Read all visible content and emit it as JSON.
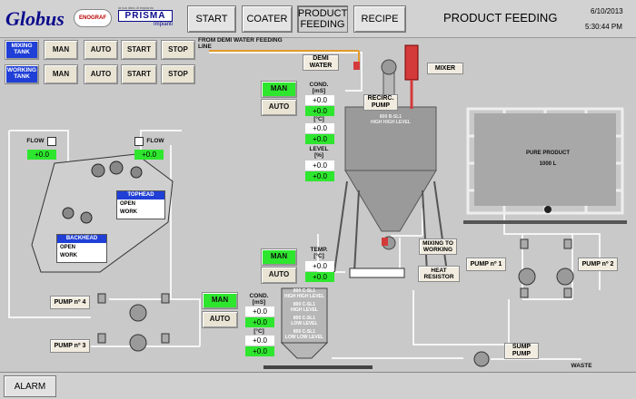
{
  "header": {
    "brand": "Globus",
    "logo2": "ENOGRAF",
    "logo3_top": "PRISMA",
    "logo3_bottom": "Impianti",
    "logo3_small": "la tua idea di impianto",
    "title": "PRODUCT FEEDING",
    "date": "6/10/2013",
    "time": "5:30:44 PM"
  },
  "nav": {
    "start": "START",
    "coater": "COATER",
    "product_feeding": "PRODUCT FEEDING",
    "recipe": "RECIPE"
  },
  "tank_controls": {
    "mixing_tank": "MIXING TANK",
    "working_tank": "WORKING TANK",
    "man": "MAN",
    "auto": "AUTO",
    "start": "START",
    "stop": "STOP"
  },
  "labels": {
    "demi_line": "FROM DEMI WATER FEEDING LINE",
    "demi_water": "DEMI WATER",
    "recirc_pump": "RECIRC. PUMP",
    "mixer": "MIXER",
    "tank_level": "800 B-SL1",
    "tank_level2": "HIGH HIGH LEVEL",
    "pure_product": "PURE PRODUCT",
    "pure_qty": "1000 L",
    "mixing_to_working": "MIXING TO WORKING",
    "heat_resistor": "HEAT RESISTOR",
    "pump1": "PUMP nº 1",
    "pump2": "PUMP nº 2",
    "pump3": "PUMP nº 3",
    "pump4": "PUMP nº 4",
    "sump_pump": "SUMP PUMP",
    "waste": "WASTE",
    "flow": "FLOW",
    "tophead": "TOPHEAD",
    "backhead": "BACKHEAD",
    "open": "OPEN",
    "work": "WORK"
  },
  "mix_panel": {
    "man": "MAN",
    "auto": "AUTO",
    "cond_label": "COND. [mS]",
    "cond_val": "+0.0",
    "cond_set": "+0.0",
    "temp_unit": "[°C]",
    "temp_val": "+0.0",
    "temp_set": "+0.0",
    "level_label": "LEVEL [%]",
    "level_val": "+0.0",
    "level_set": "+0.0"
  },
  "heat_panel": {
    "man": "MAN",
    "auto": "AUTO",
    "temp_label": "TEMP. [°C]",
    "temp_val": "+0.0",
    "temp_set": "+0.0"
  },
  "work_panel": {
    "man": "MAN",
    "auto": "AUTO",
    "cond_label": "COND. [mS]",
    "cond_val": "+0.0",
    "cond_set": "+0.0",
    "temp_unit": "[°C]",
    "temp_val": "+0.0",
    "temp_set": "+0.0"
  },
  "work_tank_levels": {
    "l1a": "800 C-SL1",
    "l1b": "HIGH HIGH LEVEL",
    "l2a": "800 C-SL1",
    "l2b": "HIGH LEVEL",
    "l3a": "800 C-SL1",
    "l3b": "LOW LEVEL",
    "l4a": "800 C-SL1",
    "l4b": "LOW LOW LEVEL"
  },
  "flow_left": {
    "value": "+0.0"
  },
  "flow_right": {
    "value": "+0.0"
  },
  "footer": {
    "alarm": "ALARM"
  }
}
